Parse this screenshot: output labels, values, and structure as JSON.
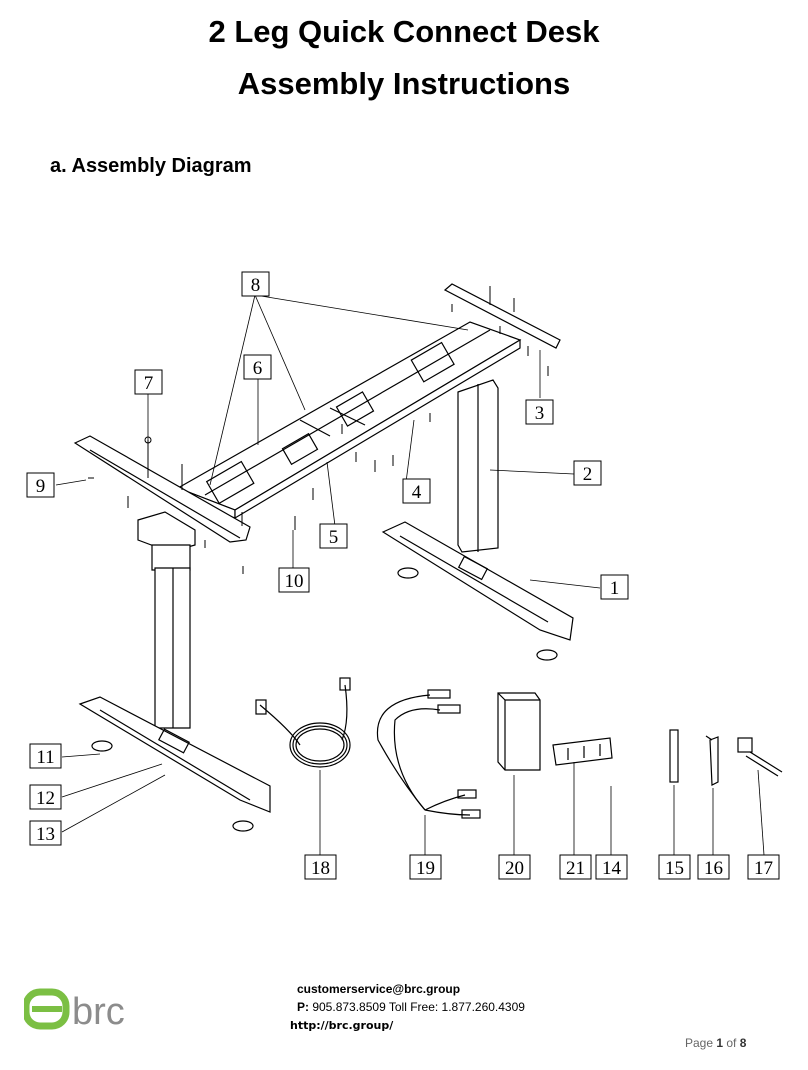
{
  "header": {
    "title_line1": "2 Leg Quick Connect Desk",
    "title_line2": "Assembly Instructions"
  },
  "section": {
    "heading": "a.  Assembly Diagram"
  },
  "diagram": {
    "part_labels": [
      "1",
      "2",
      "3",
      "4",
      "5",
      "6",
      "7",
      "8",
      "9",
      "10",
      "11",
      "12",
      "13",
      "14",
      "15",
      "16",
      "17",
      "18",
      "19",
      "20",
      "21"
    ]
  },
  "footer": {
    "email": "customerservice@brc.group",
    "phone_label": "P:",
    "phone_text": " 905.873.8509 Toll Free: 1.877.260.4309",
    "url": "http://brc.group/",
    "logo_text": "brc",
    "page_label": "Page ",
    "page_current": "1",
    "page_of": " of ",
    "page_total": "8"
  },
  "colors": {
    "logo_green": "#7bbf43",
    "logo_gray": "#8c8c8c",
    "page_text": "#666666"
  }
}
